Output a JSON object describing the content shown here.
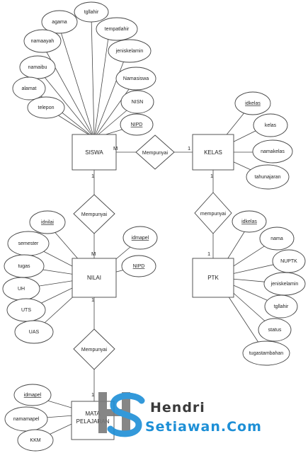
{
  "entities": {
    "siswa": "SISWA",
    "kelas": "KELAS",
    "nilai": "NILAI",
    "ptk": "PTK",
    "mapel_line1": "MATA",
    "mapel_line2": "PELAJARAN"
  },
  "relationships": {
    "siswa_kelas": "Mempunyai",
    "siswa_nilai": "Mempunyai",
    "kelas_ptk": "mempunyai",
    "nilai_mapel": "Mempunyai"
  },
  "attributes": {
    "siswa": {
      "agama": "agama",
      "tgllahir": "tgllahir",
      "namaayah": "namaayah",
      "tempatlahir": "tempatlahir",
      "jeniskelamin": "jeniskelamin",
      "namaibu": "namaibu",
      "namasiswa": "Namasiswa",
      "alamat": "alamat",
      "nisn": "NISN",
      "telepon": "telepon",
      "nipd": "NIPD"
    },
    "kelas": {
      "idkelas": "idkelas",
      "kelas": "kelas",
      "namakelas": "namakelas",
      "tahunajaran": "tahunajaran"
    },
    "nilai": {
      "idnilai": "idnilai",
      "semester": "semester",
      "tugas": "tugas",
      "uh": "UH",
      "uts": "UTS",
      "uas": "UAS",
      "idmapel": "idmapel",
      "nipd": "NIPD"
    },
    "ptk": {
      "idkelas": "idkelas",
      "nama": "nama",
      "nuptk": "NUPTK",
      "jeniskelamin": "jeniskelamin",
      "tgllahir": "tgllahir",
      "status": "status",
      "tugastambahan": "tugastambahan"
    },
    "mapel": {
      "idmapel": "idmapel",
      "namamapel": "namamapel",
      "kkm": "KKM"
    }
  },
  "cardinality": {
    "siswa_kelas_left": "M",
    "siswa_kelas_right": "1",
    "siswa_nilai_top": "1",
    "siswa_nilai_bottom": "M",
    "kelas_ptk_top": "1",
    "kelas_ptk_bottom": "1",
    "nilai_mapel_top": "1",
    "nilai_mapel_bottom": "1"
  },
  "watermark": {
    "line1": "Hendri",
    "line2": "Setiawan.Com"
  },
  "colors": {
    "stroke": "#444444",
    "text": "#222222",
    "watermark_blue": "#1d8fd6",
    "watermark_dark": "#3a3a3a"
  }
}
